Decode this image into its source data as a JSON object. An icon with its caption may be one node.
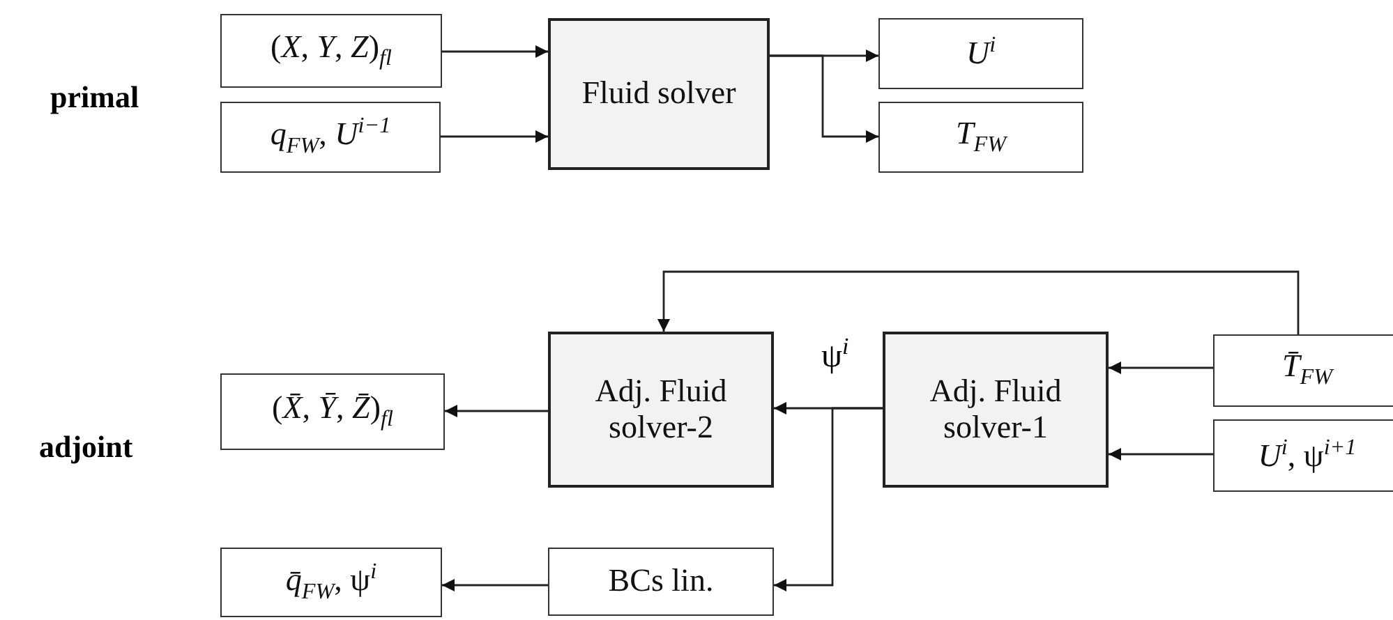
{
  "diagram": {
    "nodes": [
      {
        "text": [
          "(*X*, *Y*, *Z*)$_{fl}$"
        ]
      },
      {
        "text": [
          "*q*$_{FW}$, *U*$^{i−1}$"
        ]
      },
      {
        "text": [
          "Fluid solver"
        ]
      },
      {
        "text": [
          "*U*$^{i}$"
        ]
      },
      {
        "text": [
          "*T*$_{FW}$"
        ]
      },
      {
        "text": [
          "Adj. Fluid solver-2"
        ]
      },
      {
        "text": [
          "Adj. Fluid solver-1"
        ]
      },
      {
        "text": [
          "*T̄*$_{FW}$"
        ]
      },
      {
        "text": [
          "*U*$^{i}$,  ψ$^{i+1}$"
        ]
      },
      {
        "text": [
          "(*X̄*, *Ȳ*, *Z̄*)$_{fl}$"
        ]
      },
      {
        "text": [
          "BCs lin."
        ]
      },
      {
        "text": [
          "*q̄*$_{FW}$, ψ$^{i}$"
        ]
      }
    ],
    "edges": [
      {
        "from": 0,
        "to": 2,
        "arrow": "to"
      },
      {
        "from": 1,
        "to": 2,
        "arrow": "to"
      },
      {
        "from": 2,
        "to": 3,
        "arrow": "to"
      },
      {
        "from": 2,
        "to": 4,
        "arrow": "to"
      },
      {
        "from": 7,
        "to": 6,
        "arrow": "to"
      },
      {
        "from": 8,
        "to": 6,
        "arrow": "to"
      },
      {
        "from": 7,
        "to": 5,
        "arrow": "to"
      },
      {
        "from": 6,
        "to": 5,
        "arrow": "to",
        "label": "ψ$^{i}$"
      },
      {
        "from": 5,
        "to": 9,
        "arrow": "to"
      },
      {
        "from": 6,
        "to": 10,
        "arrow": "to"
      },
      {
        "from": 10,
        "to": 11,
        "arrow": "to"
      }
    ],
    "labels": [
      "primal",
      "adjoint"
    ]
  }
}
